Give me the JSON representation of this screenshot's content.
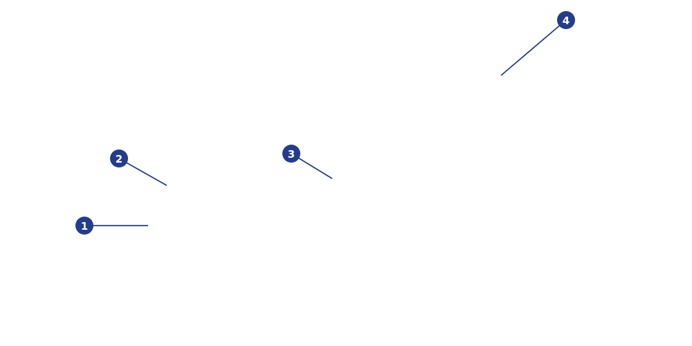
{
  "callouts": [
    {
      "label": "1"
    },
    {
      "label": "2"
    },
    {
      "label": "3"
    },
    {
      "label": "4"
    }
  ],
  "colors": {
    "callout": "#233d8c"
  }
}
